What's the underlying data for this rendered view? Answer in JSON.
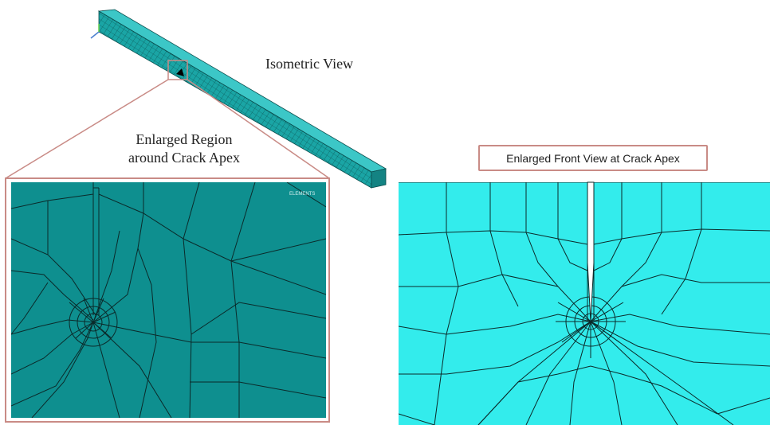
{
  "labels": {
    "isometric_view": "Isometric View",
    "enlarged_region_line1": "Enlarged Region",
    "enlarged_region_line2": "around Crack Apex",
    "enlarged_front_view": "Enlarged Front View at Crack Apex",
    "ansys_tag": "ELEMENTS"
  },
  "colors": {
    "left_mesh_fill": "#0e8f8f",
    "right_mesh_fill": "#33ecec",
    "mesh_line": "#0b2a2a",
    "callout_frame": "#c98b86",
    "beam_fill": "#1aa5a5",
    "beam_top": "#3cc7c7",
    "beam_side": "#148383"
  },
  "icons": [
    "coordinate-axis-icon",
    "crack-apex-marker-icon"
  ]
}
